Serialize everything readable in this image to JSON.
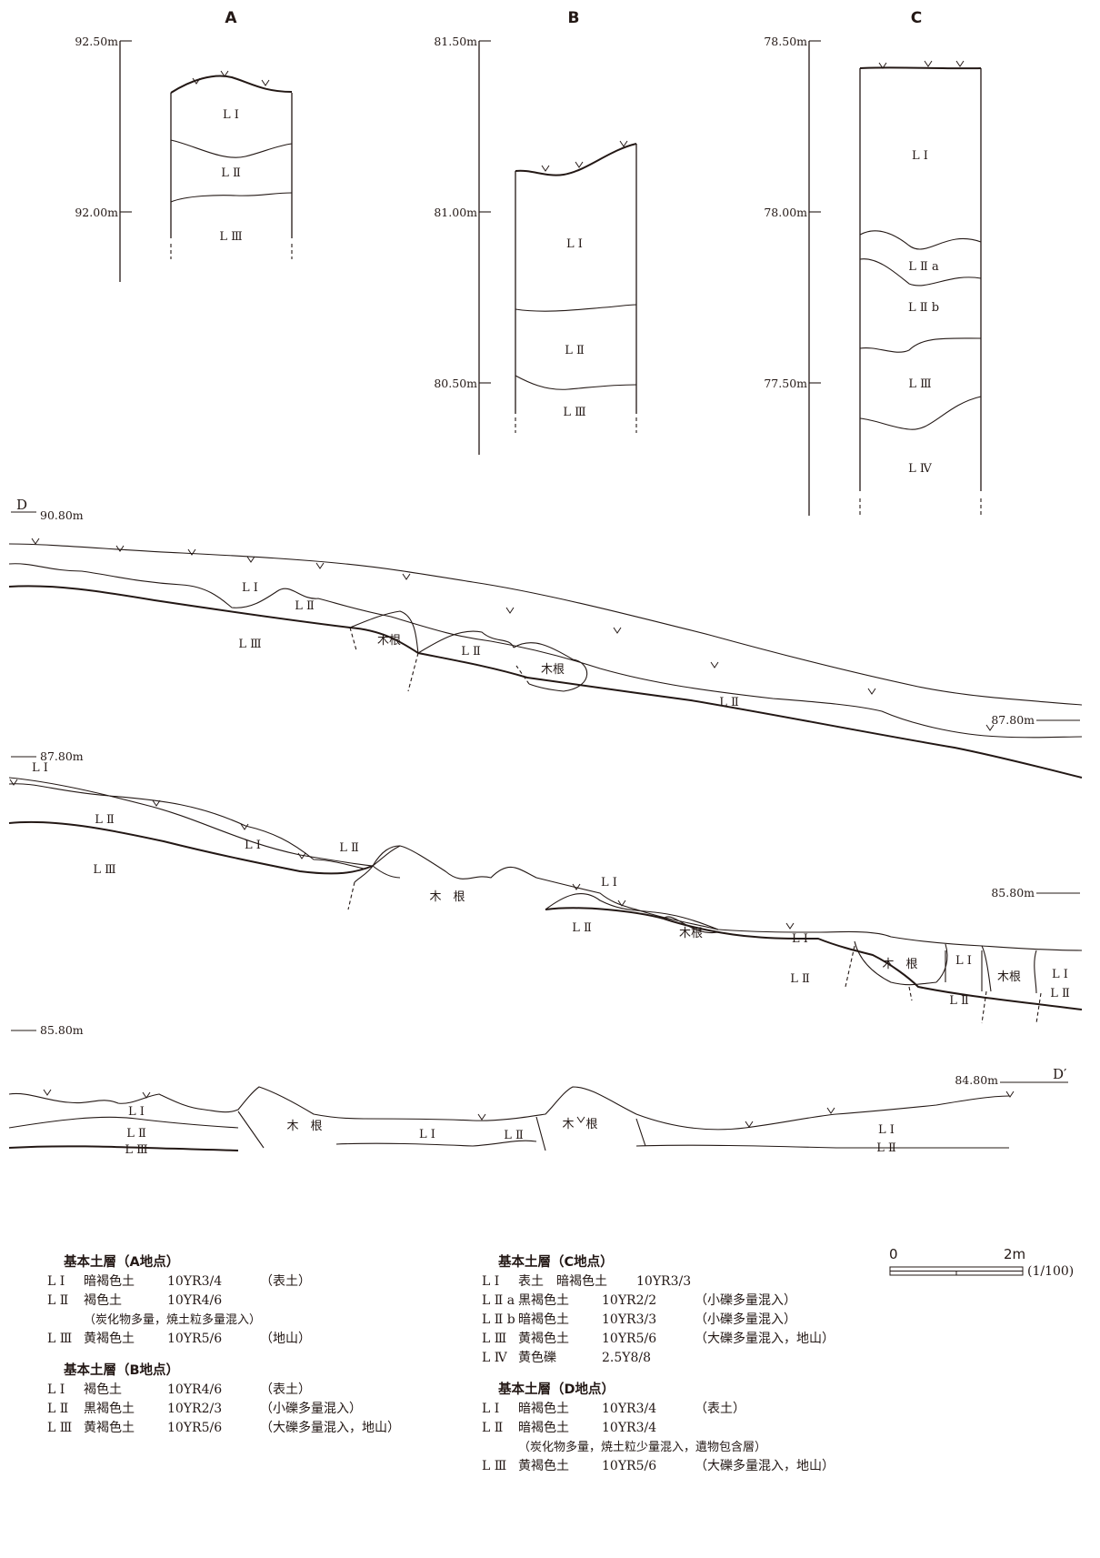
{
  "columns": {
    "A": {
      "title": "A",
      "elev": [
        "92.50m",
        "92.00m"
      ],
      "layers": [
        "L Ⅰ",
        "L Ⅱ",
        "L Ⅲ"
      ]
    },
    "B": {
      "title": "B",
      "elev": [
        "81.50m",
        "81.00m",
        "80.50m"
      ],
      "layers": [
        "L Ⅰ",
        "L Ⅱ",
        "L Ⅲ"
      ]
    },
    "C": {
      "title": "C",
      "elev": [
        "78.50m",
        "78.00m",
        "77.50m"
      ],
      "layers": [
        "L Ⅰ",
        "L Ⅱ a",
        "L Ⅱ b",
        "L Ⅲ",
        "L Ⅳ"
      ]
    }
  },
  "section_d": {
    "start_label": "D",
    "end_label": "D′",
    "elev": [
      "90.80m",
      "87.80m",
      "87.80m",
      "85.80m",
      "85.80m",
      "84.80m"
    ],
    "layer_labels": {
      "l1": "L Ⅰ",
      "l2": "L Ⅱ",
      "l3": "L Ⅲ",
      "root": "木根",
      "root_spaced": "木　根"
    }
  },
  "legend_a": {
    "title": "基本土層（A地点）",
    "rows": [
      {
        "code": "L Ⅰ",
        "name": "暗褐色土",
        "color": "10YR3/4",
        "note": "（表土）"
      },
      {
        "code": "L Ⅱ",
        "name": "褐色土",
        "color": "10YR4/6",
        "note": ""
      },
      {
        "code": "L Ⅲ",
        "name": "黄褐色土",
        "color": "10YR5/6",
        "note": "（地山）"
      }
    ],
    "extra": "（炭化物多量，焼土粒多量混入）"
  },
  "legend_b": {
    "title": "基本土層（B地点）",
    "rows": [
      {
        "code": "L Ⅰ",
        "name": "褐色土",
        "color": "10YR4/6",
        "note": "（表土）"
      },
      {
        "code": "L Ⅱ",
        "name": "黒褐色土",
        "color": "10YR2/3",
        "note": "（小礫多量混入）"
      },
      {
        "code": "L Ⅲ",
        "name": "黄褐色土",
        "color": "10YR5/6",
        "note": "（大礫多量混入，地山）"
      }
    ]
  },
  "legend_c": {
    "title": "基本土層（C地点）",
    "rows": [
      {
        "code": "L Ⅰ",
        "name": "表土　暗褐色土",
        "color": "10YR3/3",
        "note": ""
      },
      {
        "code": "L Ⅱ a",
        "name": "黒褐色土",
        "color": "10YR2/2",
        "note": "（小礫多量混入）"
      },
      {
        "code": "L Ⅱ b",
        "name": "暗褐色土",
        "color": "10YR3/3",
        "note": "（小礫多量混入）"
      },
      {
        "code": "L Ⅲ",
        "name": "黄褐色土",
        "color": "10YR5/6",
        "note": "（大礫多量混入，地山）"
      },
      {
        "code": "L Ⅳ",
        "name": "黄色礫",
        "color": "2.5Y8/8",
        "note": ""
      }
    ]
  },
  "legend_d": {
    "title": "基本土層（D地点）",
    "rows": [
      {
        "code": "L Ⅰ",
        "name": "暗褐色土",
        "color": "10YR3/4",
        "note": "（表土）"
      },
      {
        "code": "L Ⅱ",
        "name": "暗褐色土",
        "color": "10YR3/4",
        "note": ""
      },
      {
        "code": "L Ⅲ",
        "name": "黄褐色土",
        "color": "10YR5/6",
        "note": "（大礫多量混入，地山）"
      }
    ],
    "extra": "（炭化物多量，焼土粒少量混入，遺物包含層）"
  },
  "scale": {
    "zero": "0",
    "max": "2m",
    "ratio": "(1/100)"
  }
}
